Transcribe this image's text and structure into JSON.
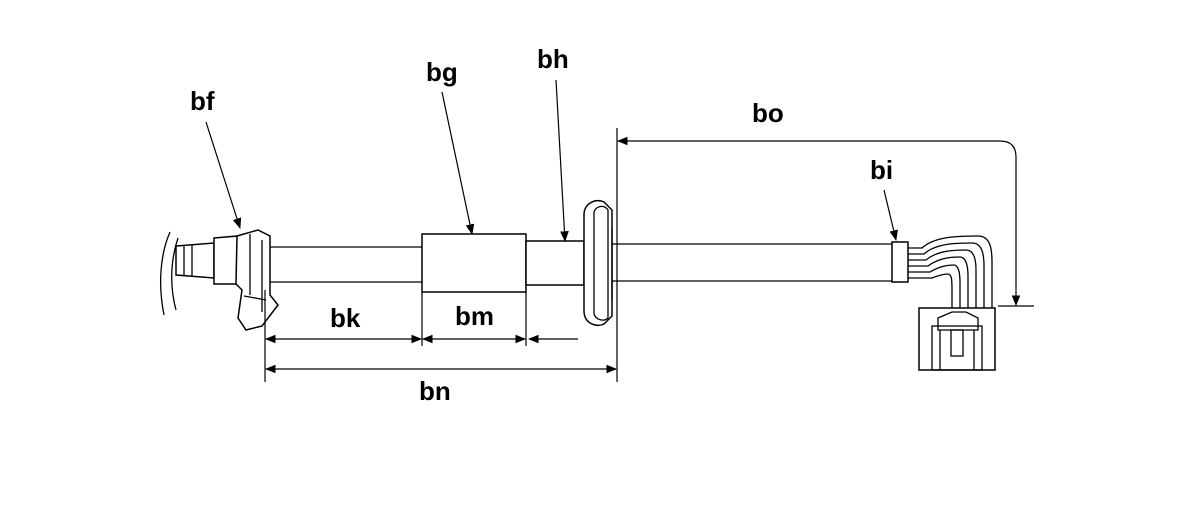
{
  "labels": {
    "bf": "bf",
    "bg": "bg",
    "bh": "bh",
    "bi": "bi",
    "bk": "bk",
    "bm": "bm",
    "bn": "bn",
    "bo": "bo"
  },
  "colors": {
    "line": "#000000",
    "background": "#ffffff"
  }
}
